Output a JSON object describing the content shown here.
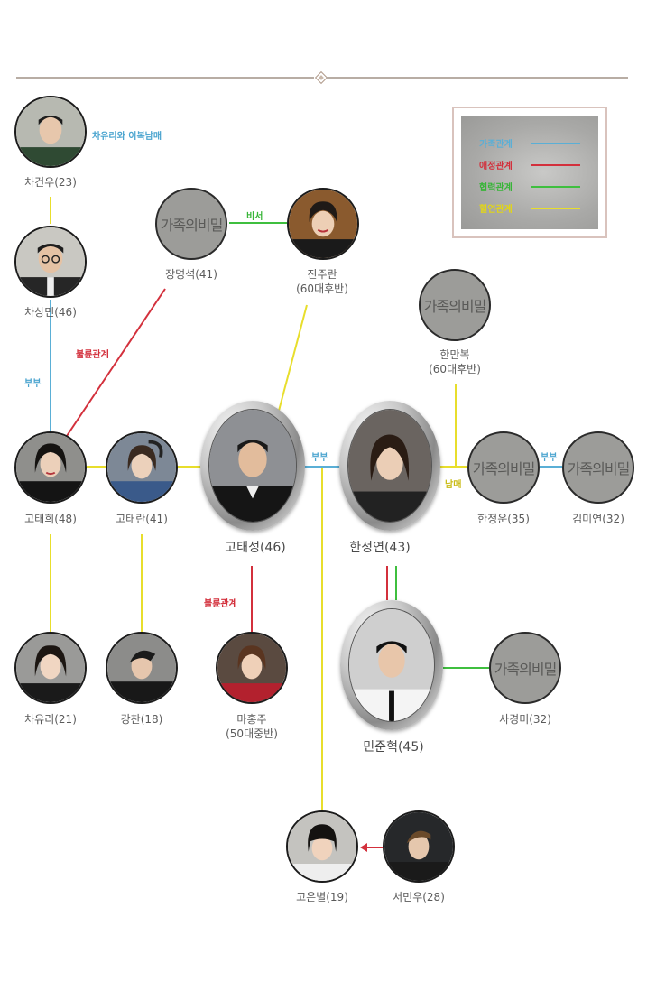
{
  "colors": {
    "family": "#5aafd6",
    "romance": "#d3303c",
    "cooperation": "#3fbf3f",
    "blood": "#e8de2c"
  },
  "legend": [
    {
      "label": "가족관계",
      "color": "#5aafd6"
    },
    {
      "label": "애정관계",
      "color": "#d3303c"
    },
    {
      "label": "협력관계",
      "color": "#3fbf3f"
    },
    {
      "label": "혈연관계",
      "color": "#e8de2c"
    }
  ],
  "logo_text": "가족의비밀",
  "people": {
    "cha_geonwoo": "차건우(23)",
    "cha_sangmin": "차상민(46)",
    "jang_myeongseok": "장명석(41)",
    "jin_juran_name": "진주란",
    "jin_juran_age": "(60대후반)",
    "han_manbok_name": "한만복",
    "han_manbok_age": "(60대후반)",
    "go_taehee": "고태희(48)",
    "go_taeran": "고태란(41)",
    "go_taeseong": "고태성(46)",
    "han_jeongyeon": "한정연(43)",
    "han_jeongun": "한정운(35)",
    "kim_miyeon": "김미연(32)",
    "cha_yuri": "차유리(21)",
    "kang_chan": "강찬(18)",
    "ma_hongju_name": "마홍주",
    "ma_hongju_age": "(50대중반)",
    "min_junhyeok": "민준혁(45)",
    "sa_gyeongmi": "사경미(32)",
    "go_eunbyeol": "고은별(19)",
    "seo_minu": "서민우(28)"
  },
  "relations": {
    "half_sibling": "차유리와 이복남매",
    "secretary": "비서",
    "affair_1": "불륜관계",
    "spouse_1": "부부",
    "spouse_2": "부부",
    "spouse_3": "부부",
    "siblings": "남매",
    "affair_2": "불륜관계"
  }
}
